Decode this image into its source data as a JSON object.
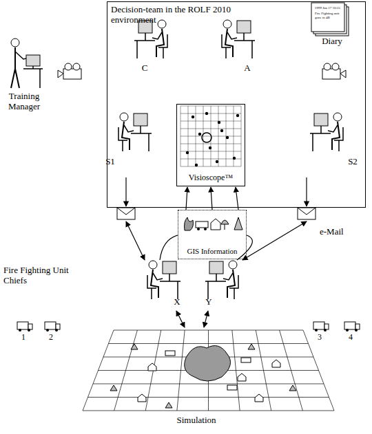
{
  "diagram": {
    "nodes": [
      {
        "text": [
          "Decision-team in the ROLF 2010 environment"
        ]
      },
      {
        "text": [
          "Visioscope™"
        ],
        "in": 0
      },
      {
        "text": [
          "GIS Information"
        ]
      }
    ],
    "edges": [
      {
        "from": 2,
        "to": 1,
        "arrow": "to"
      }
    ],
    "labels": [
      "Training Manager",
      "C",
      "A",
      "S1",
      "S2",
      "Diary",
      "1999 Jan 17 10:55",
      "Fire Fighting unit gone to 4B",
      "e-Mail",
      "Fire Fighting Unit Chiefs",
      "X",
      "Y",
      "1",
      "2",
      "3",
      "4",
      "Simulation"
    ]
  }
}
